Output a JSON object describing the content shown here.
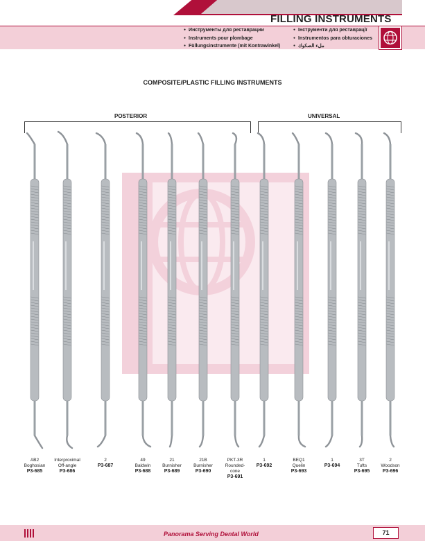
{
  "header": {
    "title": "FILLING INSTRUMENTS",
    "languages_left": [
      "Инструменты для реставрации",
      "Instruments pour plombage",
      "Füllungsinstrumente (mit Kontrawinkel)"
    ],
    "languages_right": [
      "Інструменти для реставрації",
      "Instrumentos para obturaciones",
      "ملء الصكوك"
    ]
  },
  "section": {
    "title": "COMPOSITE/PLASTIC FILLING INSTRUMENTS"
  },
  "groups": {
    "posterior": "POSTERIOR",
    "universal": "UNIVERSAL"
  },
  "instruments": [
    {
      "name": "AB2",
      "desc": "Boghosian",
      "extra": "",
      "code": "P3-685"
    },
    {
      "name": "Interproximal",
      "desc": "Off-angle",
      "extra": "",
      "code": "P3-686"
    },
    {
      "name": "2",
      "desc": "",
      "extra": "",
      "code": "P3-687"
    },
    {
      "name": "49",
      "desc": "Baldwin",
      "extra": "",
      "code": "P3-688"
    },
    {
      "name": "21",
      "desc": "Burnisher",
      "extra": "",
      "code": "P3-689"
    },
    {
      "name": "21B",
      "desc": "Burnisher",
      "extra": "",
      "code": "P3-690"
    },
    {
      "name": "PKT-3R",
      "desc": "Rounded-",
      "extra": "cone",
      "code": "P3-691"
    },
    {
      "name": "1",
      "desc": "",
      "extra": "",
      "code": "P3-692"
    },
    {
      "name": "BEQ1",
      "desc": "Quelin",
      "extra": "",
      "code": "P3-693"
    },
    {
      "name": "1",
      "desc": "",
      "extra": "",
      "code": "P3-694"
    },
    {
      "name": "3T",
      "desc": "Tufts",
      "extra": "",
      "code": "P3-695"
    },
    {
      "name": "2",
      "desc": "Woodson",
      "extra": "",
      "code": "P3-696"
    }
  ],
  "footer": {
    "tagline": "Panorama Serving Dental World",
    "page_number": "71"
  },
  "colors": {
    "brand": "#b0103a",
    "band": "#f3cfd8",
    "steel": "#b8bcc0"
  }
}
